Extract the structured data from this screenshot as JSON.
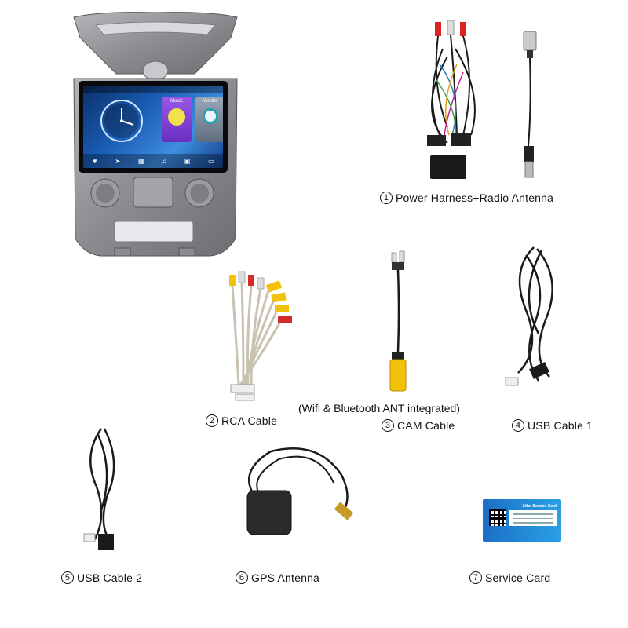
{
  "head_unit": {
    "tile_music": "Music",
    "tile_monitor": "Monitor"
  },
  "captions": {
    "item1": {
      "num": "1",
      "label": "Power Harness+Radio Antenna"
    },
    "item2": {
      "num": "2",
      "label": "RCA Cable"
    },
    "item3": {
      "num": "3",
      "label": "CAM Cable"
    },
    "item4": {
      "num": "4",
      "label": "USB Cable 1"
    },
    "item5": {
      "num": "5",
      "label": "USB Cable 2"
    },
    "item6": {
      "num": "6",
      "label": "GPS Antenna"
    },
    "item7": {
      "num": "7",
      "label": "Service Card"
    }
  },
  "note": "(Wifi & Bluetooth ANT integrated)",
  "service_card": {
    "title": "After Service Card"
  },
  "colors": {
    "bezel": "#8a8c90",
    "screen": "#1c5fb8",
    "rca_yellow": "#f2c20a",
    "rca_red": "#d42a2a",
    "cable": "#1a1a1a",
    "card": "#1b6fc4"
  }
}
